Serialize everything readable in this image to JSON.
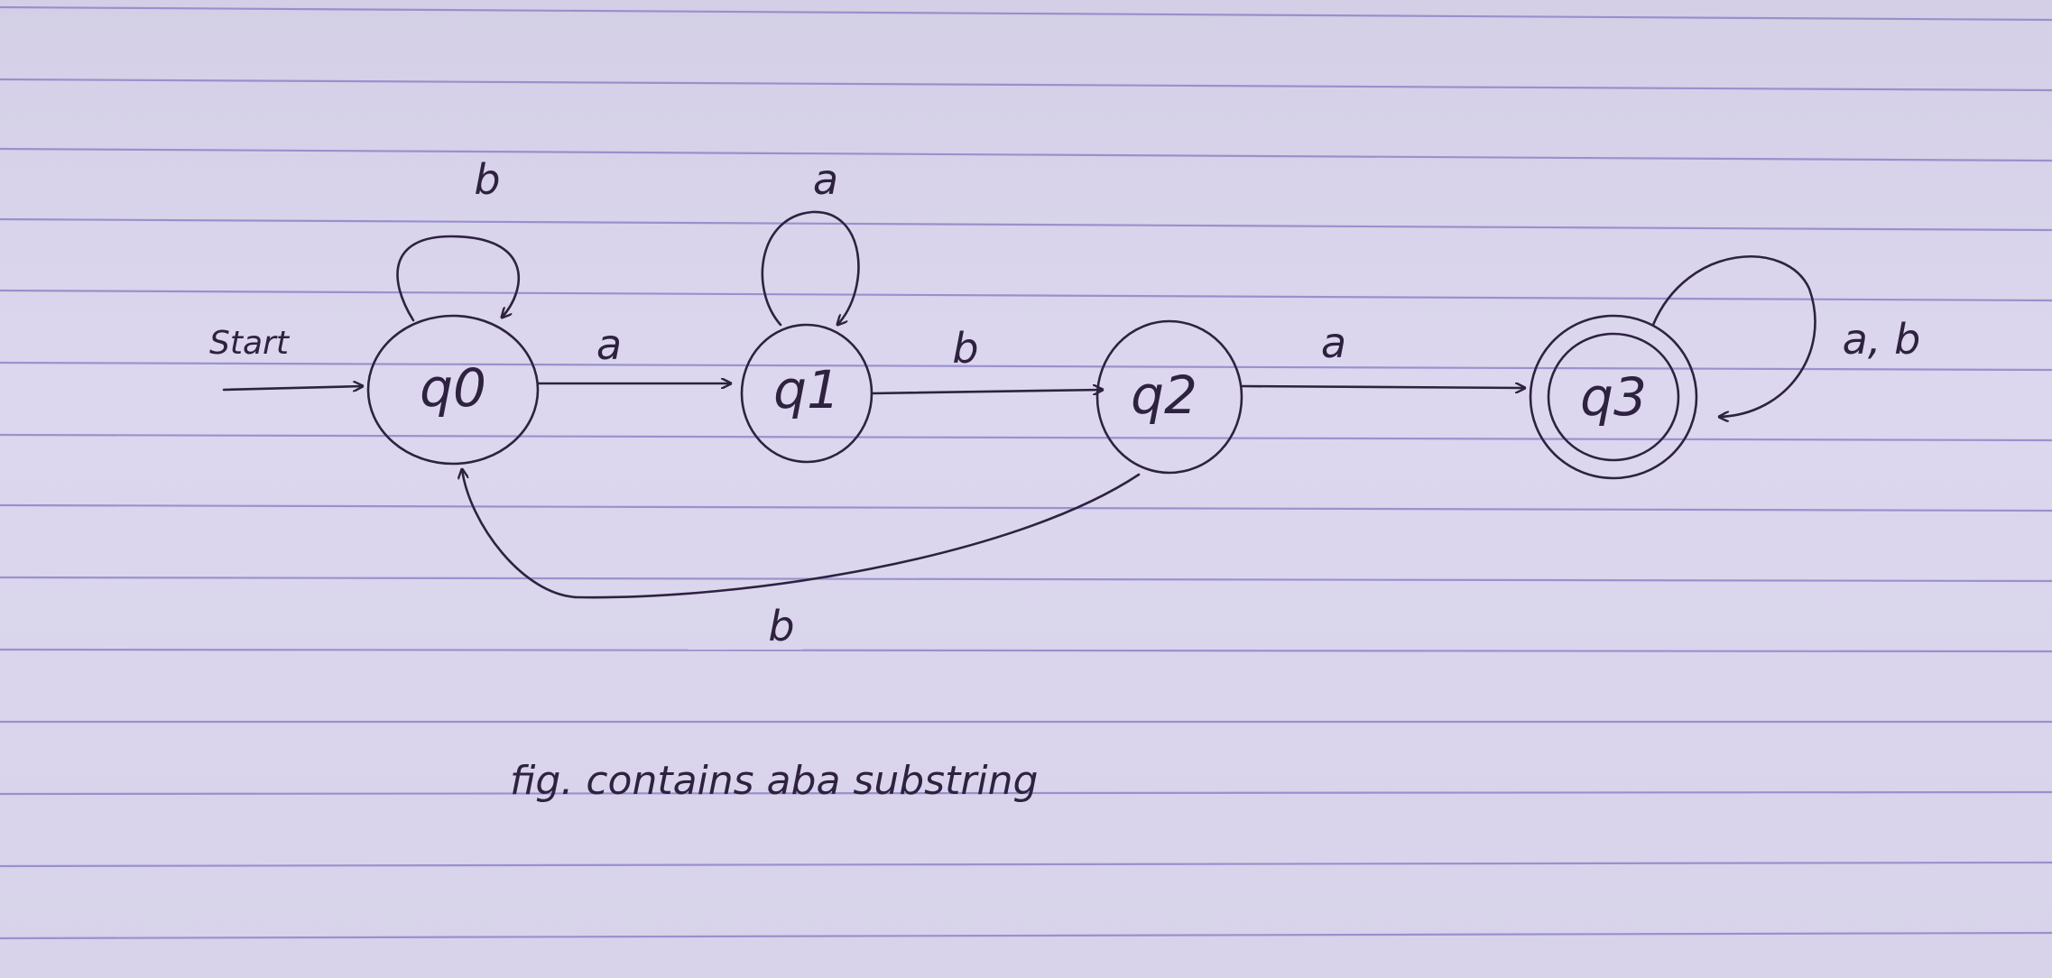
{
  "diagram": {
    "start_label": "Start",
    "states": [
      {
        "id": "q0",
        "label": "q0",
        "accepting": false,
        "initial": true
      },
      {
        "id": "q1",
        "label": "q1",
        "accepting": false,
        "initial": false
      },
      {
        "id": "q2",
        "label": "q2",
        "accepting": false,
        "initial": false
      },
      {
        "id": "q3",
        "label": "q3",
        "accepting": true,
        "initial": false
      }
    ],
    "transitions": [
      {
        "from": "q0",
        "to": "q0",
        "label": "b"
      },
      {
        "from": "q0",
        "to": "q1",
        "label": "a"
      },
      {
        "from": "q1",
        "to": "q1",
        "label": "a"
      },
      {
        "from": "q1",
        "to": "q2",
        "label": "b"
      },
      {
        "from": "q2",
        "to": "q3",
        "label": "a"
      },
      {
        "from": "q2",
        "to": "q0",
        "label": "b"
      },
      {
        "from": "q3",
        "to": "q3",
        "label": "a, b"
      }
    ],
    "caption": "fig. contains aba substring"
  },
  "colors": {
    "ink": "#2e2240",
    "ruled_line": "#8f86c8",
    "paper": "#d9d4ea"
  }
}
